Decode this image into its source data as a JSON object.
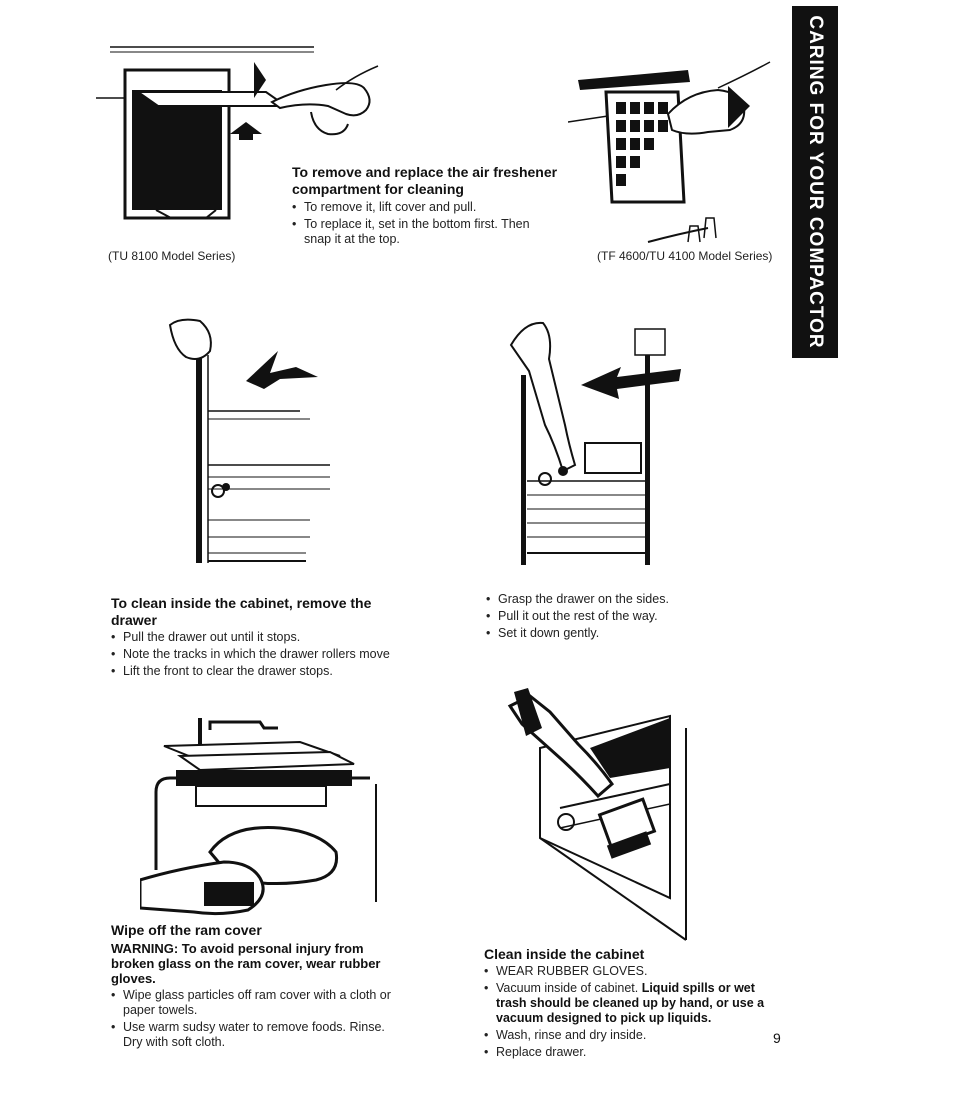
{
  "side_tab": "CARING FOR YOUR COMPACTOR",
  "air_freshener": {
    "heading": "To remove and replace the air freshener compartment for cleaning",
    "bullets": [
      "To remove it, lift cover and pull.",
      "To replace it, set in the bottom first. Then snap it at the top."
    ],
    "caption_left": "(TU 8100 Model Series)",
    "caption_right": "(TF 4600/TU 4100 Model Series)"
  },
  "drawer": {
    "heading": "To clean inside the cabinet, remove the drawer",
    "bullets_left": [
      "Pull the drawer out until it stops.",
      "Note the tracks in which the drawer rollers move",
      "Lift the front to clear the drawer stops."
    ],
    "bullets_right": [
      "Grasp the drawer on the sides.",
      "Pull it out the rest of the way.",
      "Set it down gently."
    ]
  },
  "ram_cover": {
    "heading": "Wipe off the ram cover",
    "warning": "WARNING: To avoid personal injury from broken glass on the ram cover, wear rubber gloves.",
    "bullets": [
      "Wipe glass particles off ram cover with a cloth or paper towels.",
      "Use warm sudsy water to remove foods. Rinse. Dry with soft cloth."
    ]
  },
  "cabinet": {
    "heading": "Clean inside the cabinet",
    "bullet_gloves": "WEAR RUBBER GLOVES.",
    "bullet_vacuum_pre": "Vacuum inside of cabinet.",
    "bullet_vacuum_bold": "Liquid spills or wet trash should be cleaned up by hand, or use a vacuum designed to pick up liquids.",
    "bullet_wash": "Wash, rinse and dry inside.",
    "bullet_replace": "Replace drawer."
  },
  "page_number": "9"
}
